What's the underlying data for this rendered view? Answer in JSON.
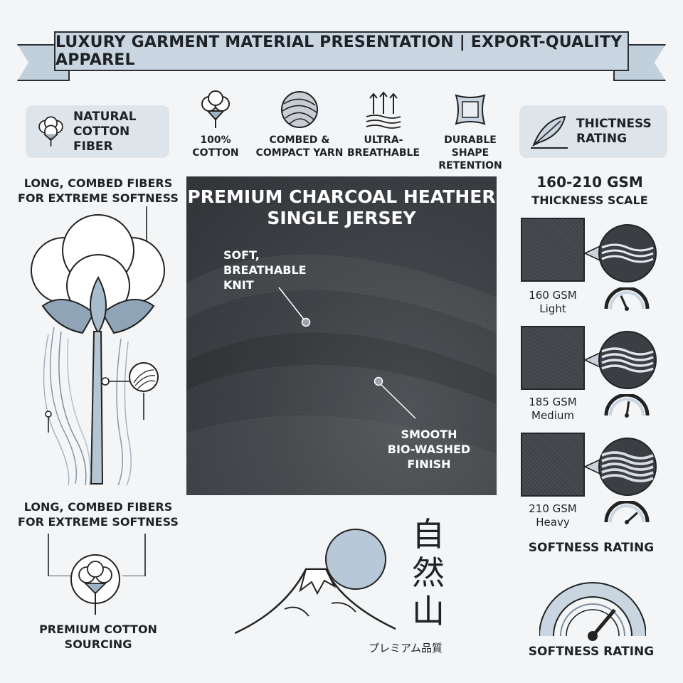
{
  "banner": {
    "title": "LUXURY GARMENT MATERIAL PRESENTATION | EXPORT-QUALITY APPAREL"
  },
  "feature_row": {
    "left_pill": {
      "icon": "cotton-boll-icon",
      "line1": "NATURAL",
      "line2": "COTTON FIBER"
    },
    "features": [
      {
        "icon": "cotton-boll-icon",
        "line1": "100%",
        "line2": "COTTON"
      },
      {
        "icon": "yarn-ball-icon",
        "line1": "COMBED &",
        "line2": "COMPACT YARN"
      },
      {
        "icon": "airflow-icon",
        "line1": "ULTRA-",
        "line2": "BREATHABLE"
      },
      {
        "icon": "shape-square-icon",
        "line1": "DURABLE",
        "line2": "SHAPE RETENTION"
      }
    ],
    "right_pill": {
      "icon": "feather-icon",
      "line1": "THICTNESS",
      "line2": "RATING"
    }
  },
  "left_column": {
    "top_caption": {
      "line1": "LONG, COMBED FIBERS",
      "line2": "FOR EXTREME SOFTNESS"
    },
    "bottom_caption": {
      "line1": "LONG, COMBED FIBERS",
      "line2": "FOR EXTREME SOFTNESS"
    },
    "sourcing": {
      "line1": "PREMIUM COTTON",
      "line2": "SOURCING"
    }
  },
  "fabric": {
    "title_line1": "PREMIUM CHARCOAL HEATHER",
    "title_line2": "SINGLE JERSEY",
    "label_knit": {
      "line1": "SOFT,",
      "line2": "BREATHABLE",
      "line3": "KNIT"
    },
    "label_finish": {
      "line1": "SMOOTH",
      "line2": "BIO-WASHED",
      "line3": "FINISH"
    }
  },
  "emblem": {
    "kanji": [
      "自",
      "然",
      "山"
    ],
    "subtitle": "プレミアム品質"
  },
  "thickness": {
    "range": "160-210 GSM",
    "scale_label": "THICKNESS SCALE",
    "levels": [
      {
        "gsm": "160 GSM",
        "name": "Light",
        "gauge_level": 0.35
      },
      {
        "gsm": "185 GSM",
        "name": "Medium",
        "gauge_level": 0.55
      },
      {
        "gsm": "210 GSM",
        "name": "Heavy",
        "gauge_level": 0.8
      }
    ]
  },
  "softness": {
    "title": "SOFTNESS RATING",
    "footer": "SOFTNESS RATING",
    "gauge_level": 0.75
  },
  "colors": {
    "accent": "#c9d6e1",
    "ink": "#1e2226",
    "fabric": "#3e4145",
    "sun": "#b7c8d8"
  }
}
